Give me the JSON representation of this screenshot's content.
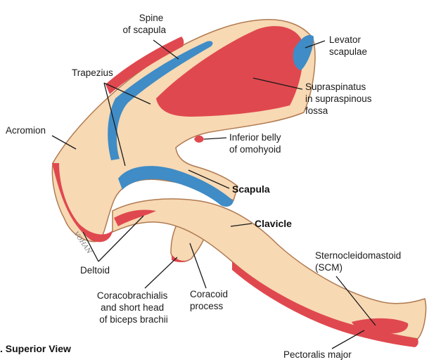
{
  "labels": {
    "spine": [
      "Spine",
      "of scapula"
    ],
    "levator": [
      "Levator",
      "scapulae"
    ],
    "trapezius": "Trapezius",
    "supraspinatus": [
      "Supraspinatus",
      "in supraspinous",
      "fossa"
    ],
    "acromion": "Acromion",
    "omohyoid": [
      "Inferior belly",
      "of omohyoid"
    ],
    "scapula": "Scapula",
    "clavicle": "Clavicle",
    "scm": [
      "Sternocleidomastoid",
      "(SCM)"
    ],
    "deltoid": "Deltoid",
    "coracobrachialis": [
      "Coracobrachialis",
      "and short head",
      "of biceps brachii"
    ],
    "coracoid": [
      "Coracoid",
      "process"
    ],
    "pectoralis": "Pectoralis major"
  },
  "view_title": ". Superior View",
  "artist_signature": "VOHAN",
  "colors": {
    "bone": "#f7d9b4",
    "bone_outline": "#b07a50",
    "muscle_red": "#e0484f",
    "muscle_blue": "#3f8cc6",
    "leader_line": "#1a1a1a"
  }
}
